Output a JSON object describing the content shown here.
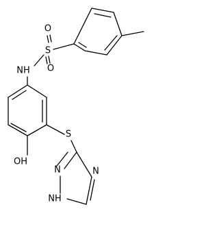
{
  "molecule": {
    "atom_labels": {
      "sulfonyl_s": "S",
      "sulfonyl_o1": "O",
      "sulfonyl_o2": "O",
      "amine_nh": "NH",
      "hydroxyl": "OH",
      "thioether_s": "S",
      "triazole_n_top": "N",
      "triazole_n_right": "N",
      "triazole_nh": "NH"
    },
    "colors": {
      "bond": "#000000",
      "label": "#000000",
      "background": "#ffffff"
    }
  }
}
